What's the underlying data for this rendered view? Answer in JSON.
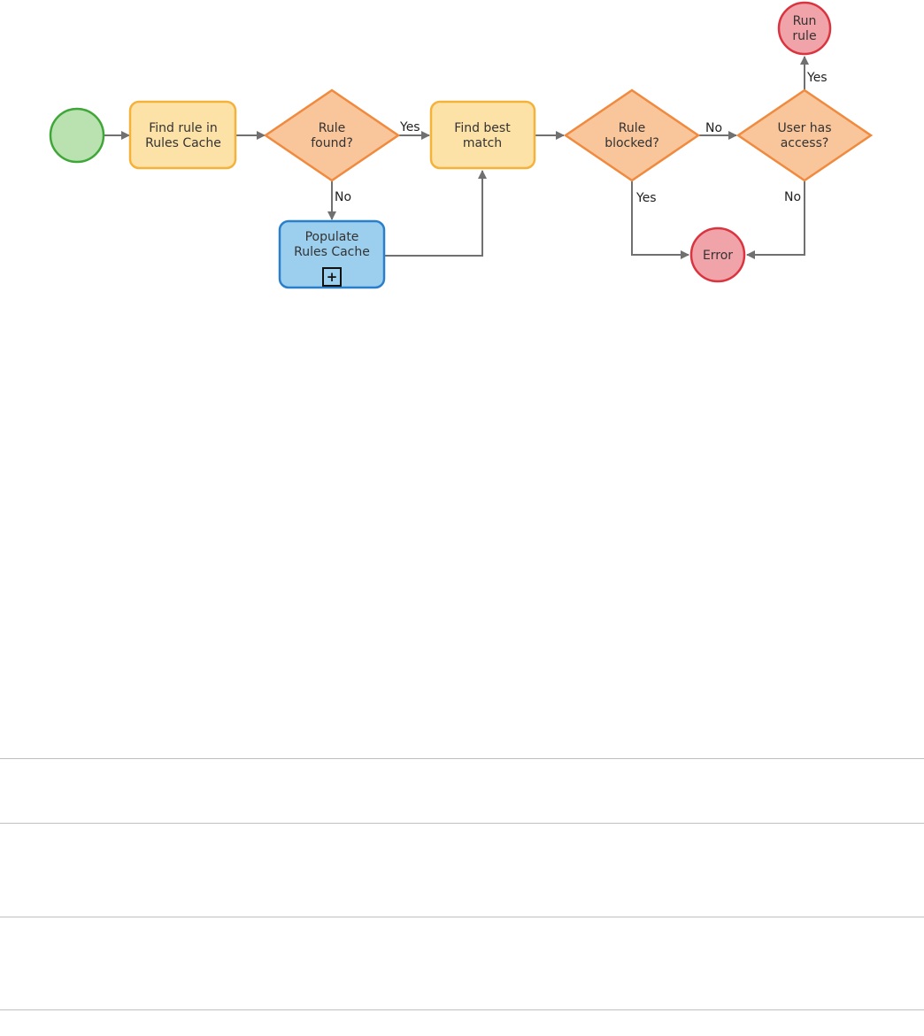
{
  "diagram": {
    "colors": {
      "start_fill": "#b9e2b0",
      "start_stroke": "#3fa638",
      "task_fill": "#fde2a8",
      "task_stroke": "#f4b23b",
      "gateway_fill": "#f9c59a",
      "gateway_stroke": "#f08a3e",
      "subprocess_fill": "#9ccfee",
      "subprocess_stroke": "#2a7fcb",
      "end_fill": "#f0a3a8",
      "end_stroke": "#d9343f",
      "edge": "#707070"
    },
    "nodes": {
      "start": {
        "type": "start-event",
        "lines": []
      },
      "find_rule": {
        "type": "task",
        "lines": [
          "Find rule in",
          "Rules Cache"
        ]
      },
      "rule_found": {
        "type": "gateway",
        "lines": [
          "Rule",
          "found?"
        ]
      },
      "populate": {
        "type": "subprocess",
        "lines": [
          "Populate",
          "Rules Cache"
        ],
        "marker": "+"
      },
      "find_best": {
        "type": "task",
        "lines": [
          "Find best",
          "match"
        ]
      },
      "rule_blocked": {
        "type": "gateway",
        "lines": [
          "Rule",
          "blocked?"
        ]
      },
      "user_access": {
        "type": "gateway",
        "lines": [
          "User has",
          "access?"
        ]
      },
      "run_rule": {
        "type": "end-event",
        "lines": [
          "Run",
          "rule"
        ]
      },
      "error": {
        "type": "end-event",
        "lines": [
          "Error"
        ]
      }
    },
    "edges": {
      "found_yes": "Yes",
      "found_no": "No",
      "blocked_no": "No",
      "blocked_yes": "Yes",
      "access_yes": "Yes",
      "access_no": "No"
    }
  }
}
